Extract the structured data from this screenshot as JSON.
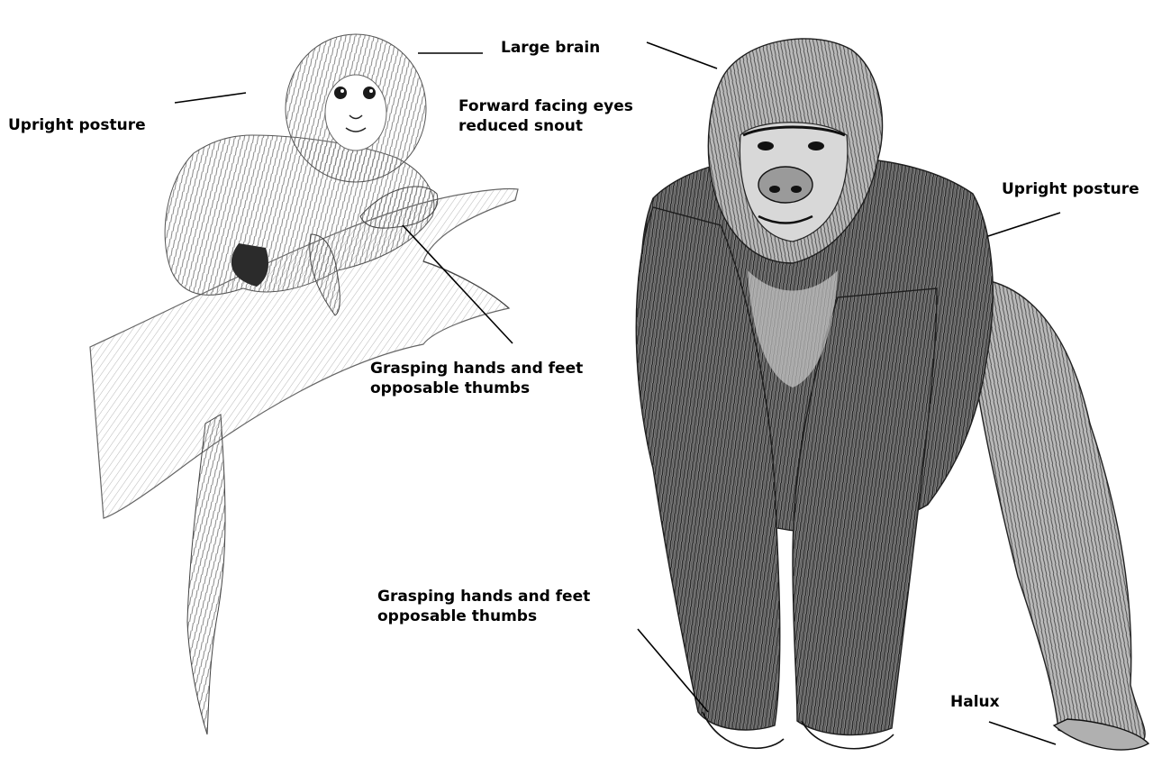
{
  "labels": {
    "upright_posture_monkey": "Upright posture",
    "large_brain": "Large brain",
    "forward_eyes": [
      "Forward facing eyes",
      "reduced snout"
    ],
    "grasping_monkey": [
      "Grasping hands and feet",
      "opposable thumbs"
    ],
    "upright_posture_gorilla": "Upright posture",
    "grasping_gorilla": [
      "Grasping hands and feet",
      "opposable thumbs"
    ],
    "halux": "Halux"
  },
  "colors": {
    "ink": "#000000",
    "fur_dark": "#2b2b2b",
    "fur_mid": "#6e6e6e",
    "fur_light": "#bdbdbd",
    "branch": "#9a9a9a",
    "background": "#ffffff"
  }
}
